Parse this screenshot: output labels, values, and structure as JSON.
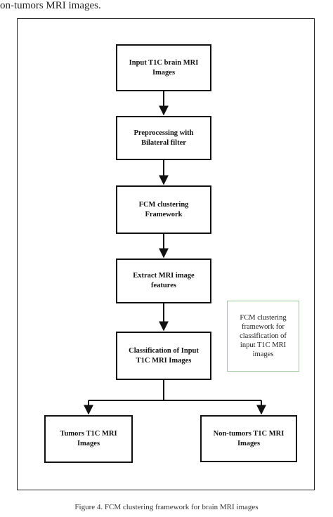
{
  "top_text": "on-tumors MRI images.",
  "diagram": {
    "steps": [
      "Input T1C brain MRI Images",
      "Preprocessing with Bilateral filter",
      "FCM clustering Framework",
      "Extract MRI image features",
      "Classification of Input T1C MRI Images"
    ],
    "outputs": [
      "Tumors T1C MRI Images",
      "Non-tumors T1C MRI Images"
    ],
    "note": "FCM clustering framework for classification of input T1C MRI images"
  },
  "caption": "Figure 4. FCM clustering framework for brain MRI images",
  "colors": {
    "box_border": "#111111",
    "note_border": "#9cc89a",
    "arrow": "#111111"
  }
}
